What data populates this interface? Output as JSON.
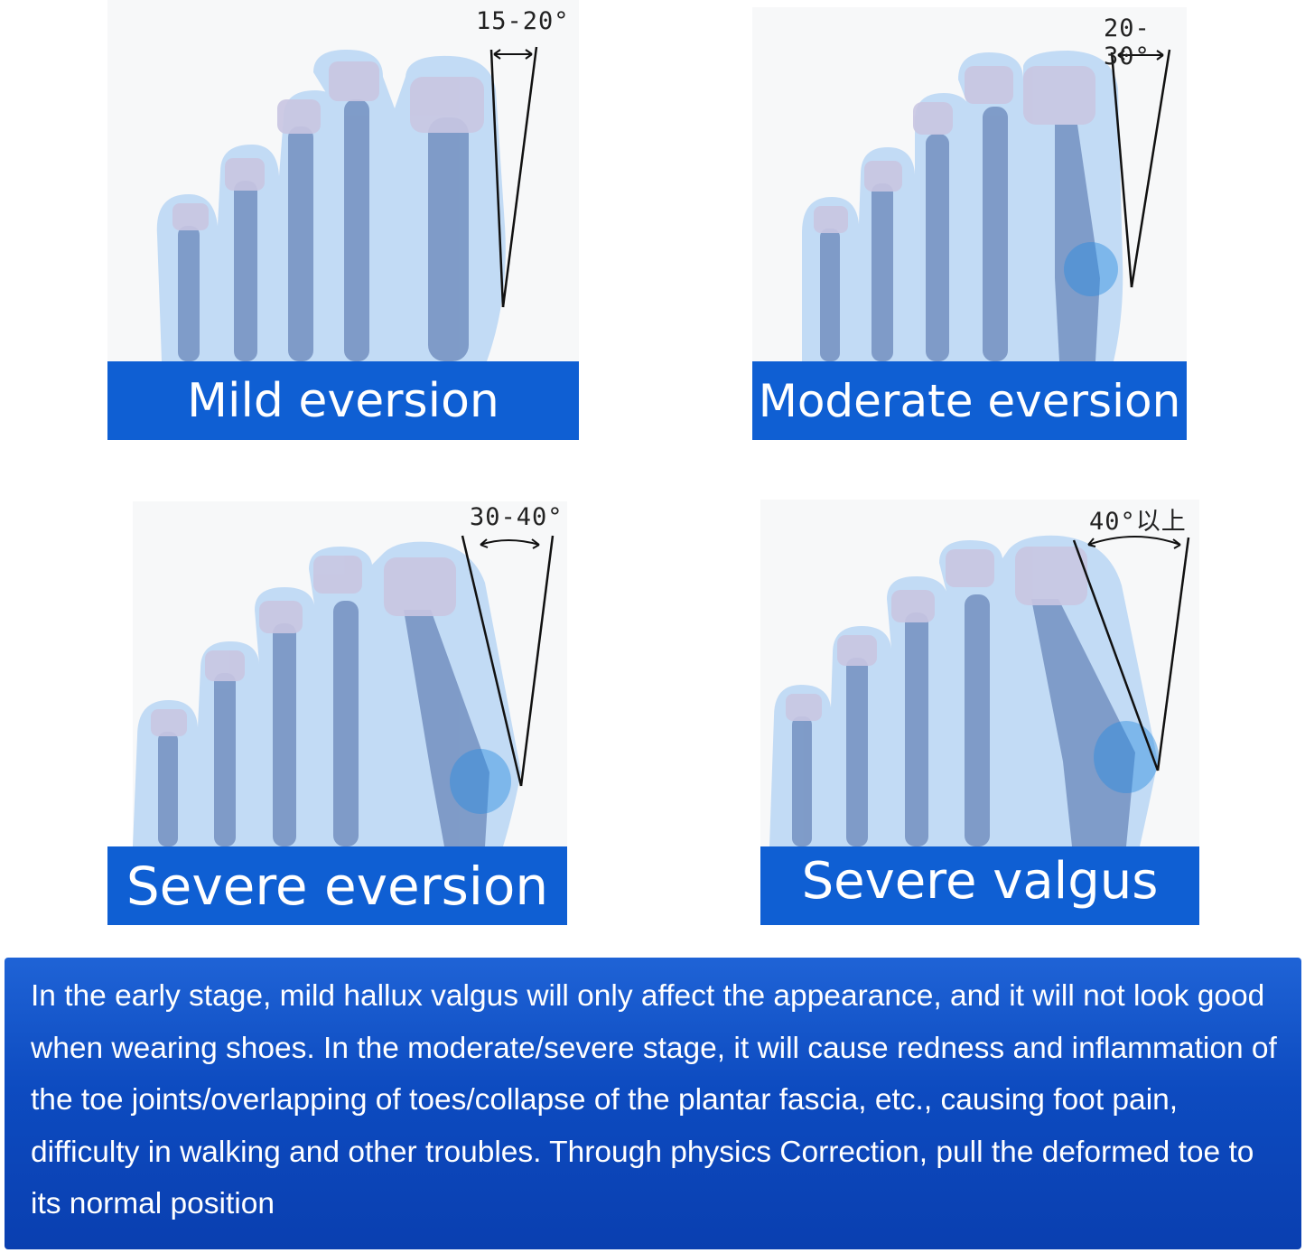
{
  "panels": [
    {
      "angle": "15-20°",
      "caption": "Mild eversion"
    },
    {
      "angle": "20-30°",
      "caption": "Moderate eversion"
    },
    {
      "angle": "30-40°",
      "caption": "Severe eversion"
    },
    {
      "angle": "40°以上",
      "caption": "Severe valgus"
    }
  ],
  "description": "In the early stage, mild hallux valgus will only affect the appearance, and it will not look good when wearing shoes. In the moderate/severe stage, it will cause redness and inflammation of the toe joints/overlapping of toes/collapse of the plantar fascia, etc., causing foot pain, difficulty in walking and other troubles. Through physics Correction, pull the deformed toe to its normal position",
  "colors": {
    "caption_bg": "#0f5fd3",
    "description_bg": "#0d4bc0",
    "foot": "#b9d6f5",
    "bone": "#6f8fbf"
  }
}
